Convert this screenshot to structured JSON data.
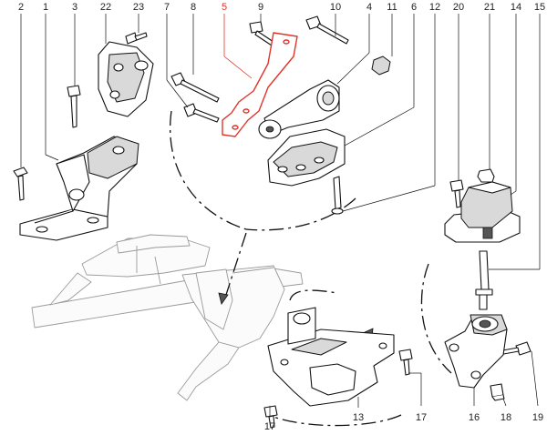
{
  "diagram": {
    "title": "Engine and gearbox mounting - exploded view",
    "highlight_color": "#e0342a",
    "line_color": "#111111",
    "callouts": [
      {
        "id": "c2",
        "label": "2",
        "highlighted": false
      },
      {
        "id": "c1",
        "label": "1",
        "highlighted": false
      },
      {
        "id": "c3",
        "label": "3",
        "highlighted": false
      },
      {
        "id": "c22",
        "label": "22",
        "highlighted": false
      },
      {
        "id": "c23",
        "label": "23",
        "highlighted": false
      },
      {
        "id": "c7",
        "label": "7",
        "highlighted": false
      },
      {
        "id": "c8",
        "label": "8",
        "highlighted": false
      },
      {
        "id": "c5",
        "label": "5",
        "highlighted": true
      },
      {
        "id": "c9",
        "label": "9",
        "highlighted": false
      },
      {
        "id": "c10",
        "label": "10",
        "highlighted": false
      },
      {
        "id": "c4",
        "label": "4",
        "highlighted": false
      },
      {
        "id": "c11",
        "label": "11",
        "highlighted": false
      },
      {
        "id": "c6",
        "label": "6",
        "highlighted": false
      },
      {
        "id": "c12",
        "label": "12",
        "highlighted": false
      },
      {
        "id": "c20",
        "label": "20",
        "highlighted": false
      },
      {
        "id": "c21",
        "label": "21",
        "highlighted": false
      },
      {
        "id": "c14",
        "label": "14",
        "highlighted": false
      },
      {
        "id": "c15",
        "label": "15",
        "highlighted": false
      },
      {
        "id": "c13",
        "label": "13",
        "highlighted": false
      },
      {
        "id": "c16",
        "label": "16",
        "highlighted": false
      },
      {
        "id": "c17a",
        "label": "17",
        "highlighted": false
      },
      {
        "id": "c17b",
        "label": "17",
        "highlighted": false
      },
      {
        "id": "c18",
        "label": "18",
        "highlighted": false
      },
      {
        "id": "c19",
        "label": "19",
        "highlighted": false
      }
    ]
  }
}
